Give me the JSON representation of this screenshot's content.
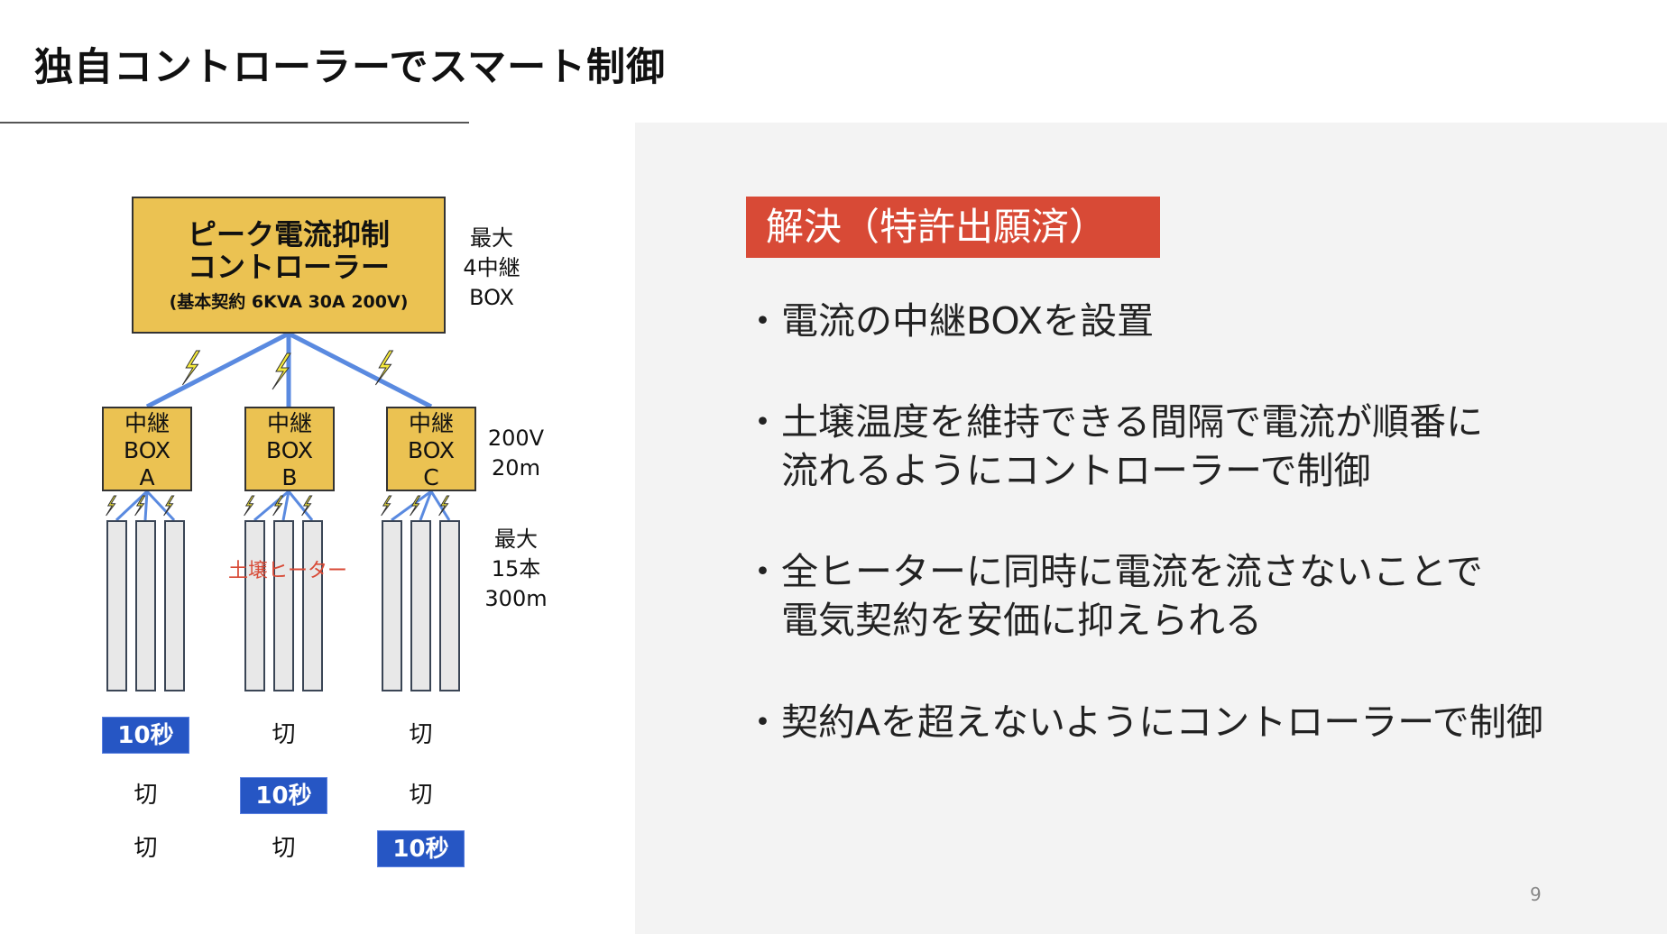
{
  "title": "独自コントローラーでスマート制御",
  "diagram": {
    "controller": {
      "line1": "ピーク電流抑制",
      "line2": "コントローラー",
      "line3": "(基本契約 6KVA 30A 200V)"
    },
    "note_max_relay": [
      "最大",
      "4中継",
      "BOX"
    ],
    "relays": [
      {
        "l1": "中継",
        "l2": "BOX",
        "l3": "A"
      },
      {
        "l1": "中継",
        "l2": "BOX",
        "l3": "B"
      },
      {
        "l1": "中継",
        "l2": "BOX",
        "l3": "C"
      }
    ],
    "note_voltage": [
      "200V",
      "20m"
    ],
    "note_heaters": [
      "最大",
      "15本",
      "300m"
    ],
    "heater_label": "土壌ヒーター",
    "schedule": [
      [
        "10秒",
        "切",
        "切"
      ],
      [
        "切",
        "10秒",
        "切"
      ],
      [
        "切",
        "切",
        "10秒"
      ]
    ]
  },
  "panel": {
    "badge": "解決（特許出願済）",
    "bullet_symbol": "・",
    "bullets": [
      [
        "電流の中継BOXを設置"
      ],
      [
        "土壌温度を維持できる間隔で電流が順番に",
        "流れるようにコントローラーで制御"
      ],
      [
        "全ヒーターに同時に電流を流さないことで",
        "電気契約を安価に抑えられる"
      ],
      [
        "契約Aを超えないようにコントローラーで制御"
      ]
    ]
  },
  "page_number": "9",
  "colors": {
    "accent_red": "#d84a36",
    "box_yellow": "#ebc252",
    "active_blue": "#2656c4",
    "wire_blue": "#5a8ae0"
  }
}
